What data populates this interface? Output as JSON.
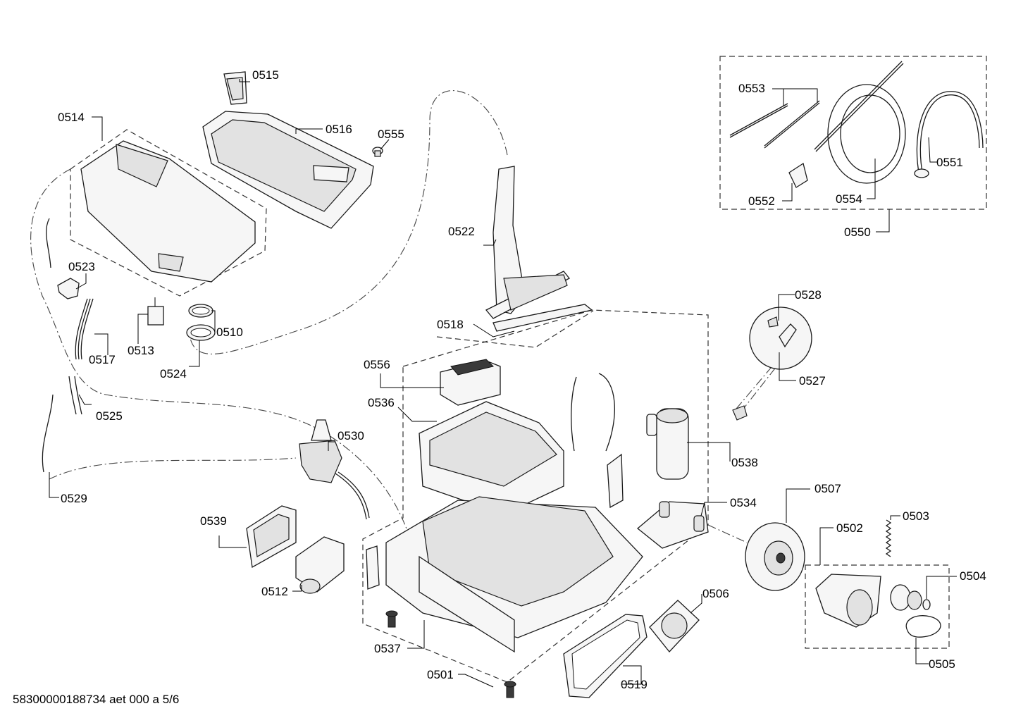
{
  "diagram": {
    "footer": "58300000188734 aet 000 a 5/6",
    "labels": {
      "p0501": "0501",
      "p0502": "0502",
      "p0503": "0503",
      "p0504": "0504",
      "p0505": "0505",
      "p0506": "0506",
      "p0507": "0507",
      "p0510": "0510",
      "p0512": "0512",
      "p0513": "0513",
      "p0514": "0514",
      "p0515": "0515",
      "p0516": "0516",
      "p0517": "0517",
      "p0518": "0518",
      "p0519": "0519",
      "p0522": "0522",
      "p0523": "0523",
      "p0524": "0524",
      "p0525": "0525",
      "p0527": "0527",
      "p0528": "0528",
      "p0529": "0529",
      "p0530": "0530",
      "p0534": "0534",
      "p0536": "0536",
      "p0537": "0537",
      "p0538": "0538",
      "p0539": "0539",
      "p0550": "0550",
      "p0551": "0551",
      "p0552": "0552",
      "p0553": "0553",
      "p0554": "0554",
      "p0555": "0555",
      "p0556": "0556"
    }
  }
}
